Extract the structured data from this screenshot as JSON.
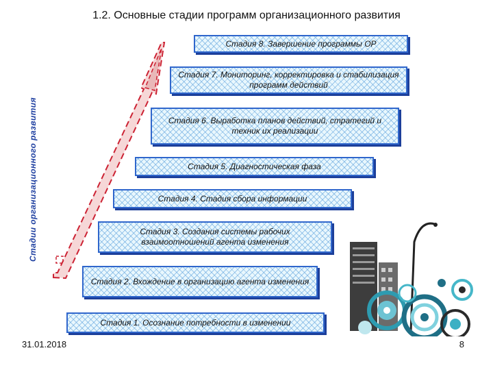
{
  "slide": {
    "title": "1.2. Основные стадии программ организационного развития",
    "side_label": "Стадии организационного развития",
    "stages": [
      {
        "label": "Стадия 8. Завершение программы ОР"
      },
      {
        "label": "Стадия 7. Мониторинг, корректировка и стабилизация программ действий"
      },
      {
        "label": "Стадия 6. Выработка планов действий, стратегий и техник их реализации"
      },
      {
        "label": "Стадия 5. Диагностическая фаза"
      },
      {
        "label": "Стадия 4. Стадия сбора информации"
      },
      {
        "label": "Стадия 3. Создания системы рабочих взаимоотношений агента изменения"
      },
      {
        "label": "Стадия 2. Вхождение в организацию агента изменения"
      },
      {
        "label": "Стадия 1. Осознание потребности в изменении"
      }
    ],
    "date": "31.01.2018",
    "page_number": "8"
  },
  "colors": {
    "stage_border": "#2f66cc",
    "stage_shadow": "#1c3f9a",
    "stage_hatch": "#5aa0dc",
    "side_label": "#1e3fa0",
    "arrow_border": "#cc2233",
    "arrow_fill": "#f6d7d7"
  },
  "icons": {
    "arrow": "dashed-growth-arrow",
    "decoration": "abstract-cityscape-circles-image"
  }
}
